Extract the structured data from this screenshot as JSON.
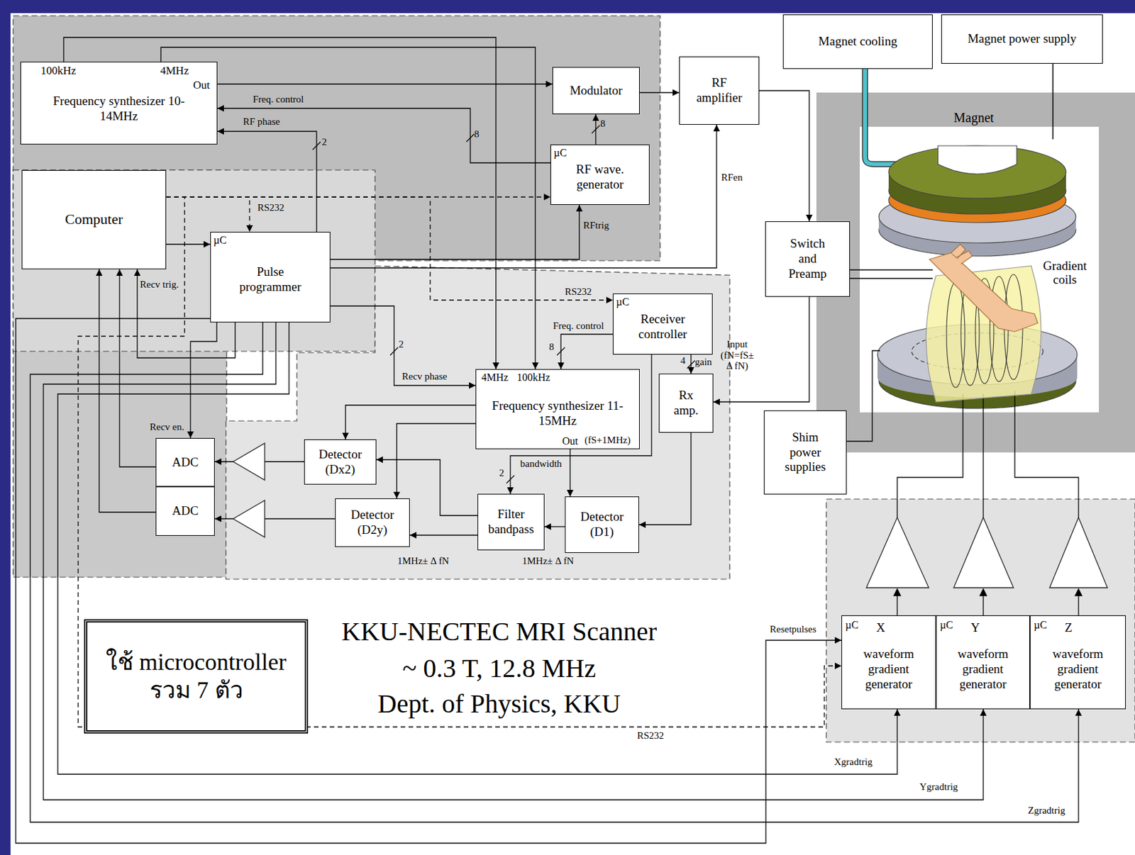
{
  "diagram": {
    "title": "KKU-NECTEC MRI Scanner",
    "nodes": [
      {
        "text": [
          "100kHz",
          "4MHz",
          "Frequency synthesizer 10-14MHz",
          "Out"
        ]
      },
      {
        "text": [
          "Modulator"
        ]
      },
      {
        "text": [
          "RF amplifier"
        ]
      },
      {
        "text": [
          "Magnet cooling"
        ]
      },
      {
        "text": [
          "Magnet power supply"
        ]
      },
      {
        "text": [
          "µC",
          "RF wave. generator"
        ]
      },
      {
        "text": [
          "Computer"
        ]
      },
      {
        "text": [
          "µC",
          "Pulse programmer"
        ]
      },
      {
        "text": [
          "Switch and Preamp"
        ]
      },
      {
        "text": [
          "µC",
          "Receiver controller"
        ]
      },
      {
        "text": [
          "4MHz",
          "100kHz",
          "Frequency synthesizer 11-15MHz",
          "Out"
        ]
      },
      {
        "text": [
          "Rx amp."
        ]
      },
      {
        "text": [
          "Shim power supplies"
        ]
      },
      {
        "text": [
          "ADC"
        ]
      },
      {
        "text": [
          "Detector (Dx2)"
        ]
      },
      {
        "text": [
          "ADC"
        ]
      },
      {
        "text": [
          "Detector (D2y)"
        ]
      },
      {
        "text": [
          "Filter bandpass"
        ]
      },
      {
        "text": [
          "Detector (D1)"
        ]
      },
      {
        "text": [
          "µC",
          "X",
          "waveform gradient generator"
        ]
      },
      {
        "text": [
          "µC",
          "Y",
          "waveform gradient generator"
        ]
      },
      {
        "text": [
          "µC",
          "Z",
          "waveform gradient generator"
        ]
      },
      {
        "text": [
          "ใช้ microcontroller รวม 7 ตัว"
        ]
      }
    ],
    "edges": [
      {
        "from": 0,
        "to": 1,
        "arrow": "to"
      },
      {
        "from": 1,
        "to": 2,
        "arrow": "to"
      },
      {
        "from": 5,
        "to": 1,
        "arrow": "to"
      },
      {
        "from": 5,
        "to": 0,
        "label": "Freq. control",
        "arrow": "to"
      },
      {
        "from": 7,
        "to": 0,
        "label": "RF phase",
        "arrow": "to"
      },
      {
        "from": 6,
        "to": 7,
        "arrow": "to"
      },
      {
        "from": 6,
        "to": 7,
        "label": "RS232",
        "arrow": "to"
      },
      {
        "from": 6,
        "to": 5,
        "arrow": "to"
      },
      {
        "from": 6,
        "to": 9,
        "label": "RS232",
        "arrow": "to"
      },
      {
        "from": 6,
        "to": 19,
        "label": "RS232",
        "arrow": "to"
      },
      {
        "from": 7,
        "to": 5,
        "label": "RFtrig",
        "arrow": "to"
      },
      {
        "from": 7,
        "to": 2,
        "label": "RFen",
        "arrow": "to"
      },
      {
        "from": 7,
        "to": 10,
        "label": "Recv phase",
        "arrow": "to"
      },
      {
        "from": 0,
        "to": 10,
        "arrow": "to"
      },
      {
        "from": 0,
        "to": 10,
        "arrow": "to"
      },
      {
        "from": 9,
        "to": 10,
        "label": "Freq. control",
        "arrow": "to"
      },
      {
        "from": 9,
        "to": 11,
        "label": "gain",
        "arrow": "to"
      },
      {
        "from": 9,
        "to": 17,
        "label": "bandwidth",
        "arrow": "to"
      },
      {
        "from": 10,
        "to": 18,
        "label": "(fS+1MHz)",
        "arrow": "to"
      },
      {
        "from": 11,
        "to": 18,
        "arrow": "to"
      },
      {
        "from": 2,
        "to": 8,
        "arrow": "to"
      },
      {
        "from": 8,
        "to": 11,
        "label": "Input (fN=fS± Δ fN)",
        "arrow": "to"
      },
      {
        "from": 18,
        "to": 17,
        "label": "1MHz± Δ fN",
        "arrow": "to"
      },
      {
        "from": 17,
        "to": 14,
        "arrow": "to"
      },
      {
        "from": 17,
        "to": 16,
        "label": "1MHz± Δ fN",
        "arrow": "to"
      },
      {
        "from": 10,
        "to": 14,
        "arrow": "to"
      },
      {
        "from": 10,
        "to": 16,
        "arrow": "to"
      },
      {
        "from": 14,
        "to": 13,
        "arrow": "to"
      },
      {
        "from": 16,
        "to": 15,
        "arrow": "to"
      },
      {
        "from": 13,
        "to": 6,
        "arrow": "to"
      },
      {
        "from": 15,
        "to": 6,
        "arrow": "to"
      },
      {
        "from": 7,
        "to": 6,
        "label": "Recv trig.",
        "arrow": "to"
      },
      {
        "from": 7,
        "to": 13,
        "label": "Recv en.",
        "arrow": "to"
      },
      {
        "from": 7,
        "to": 19,
        "label": "Resetpulses",
        "arrow": "to"
      },
      {
        "from": 7,
        "to": 19,
        "label": "Xgradtrig",
        "arrow": "to"
      },
      {
        "from": 7,
        "to": 20,
        "label": "Ygradtrig",
        "arrow": "to"
      },
      {
        "from": 7,
        "to": 21,
        "label": "Zgradtrig",
        "arrow": "to"
      }
    ],
    "labels": [
      "Magnet",
      "Gradient coils",
      "~ 0.3 T, 12.8 MHz",
      "Dept. of Physics, KKU",
      "8",
      "8",
      "2",
      "2",
      "8",
      "4",
      "2"
    ]
  }
}
